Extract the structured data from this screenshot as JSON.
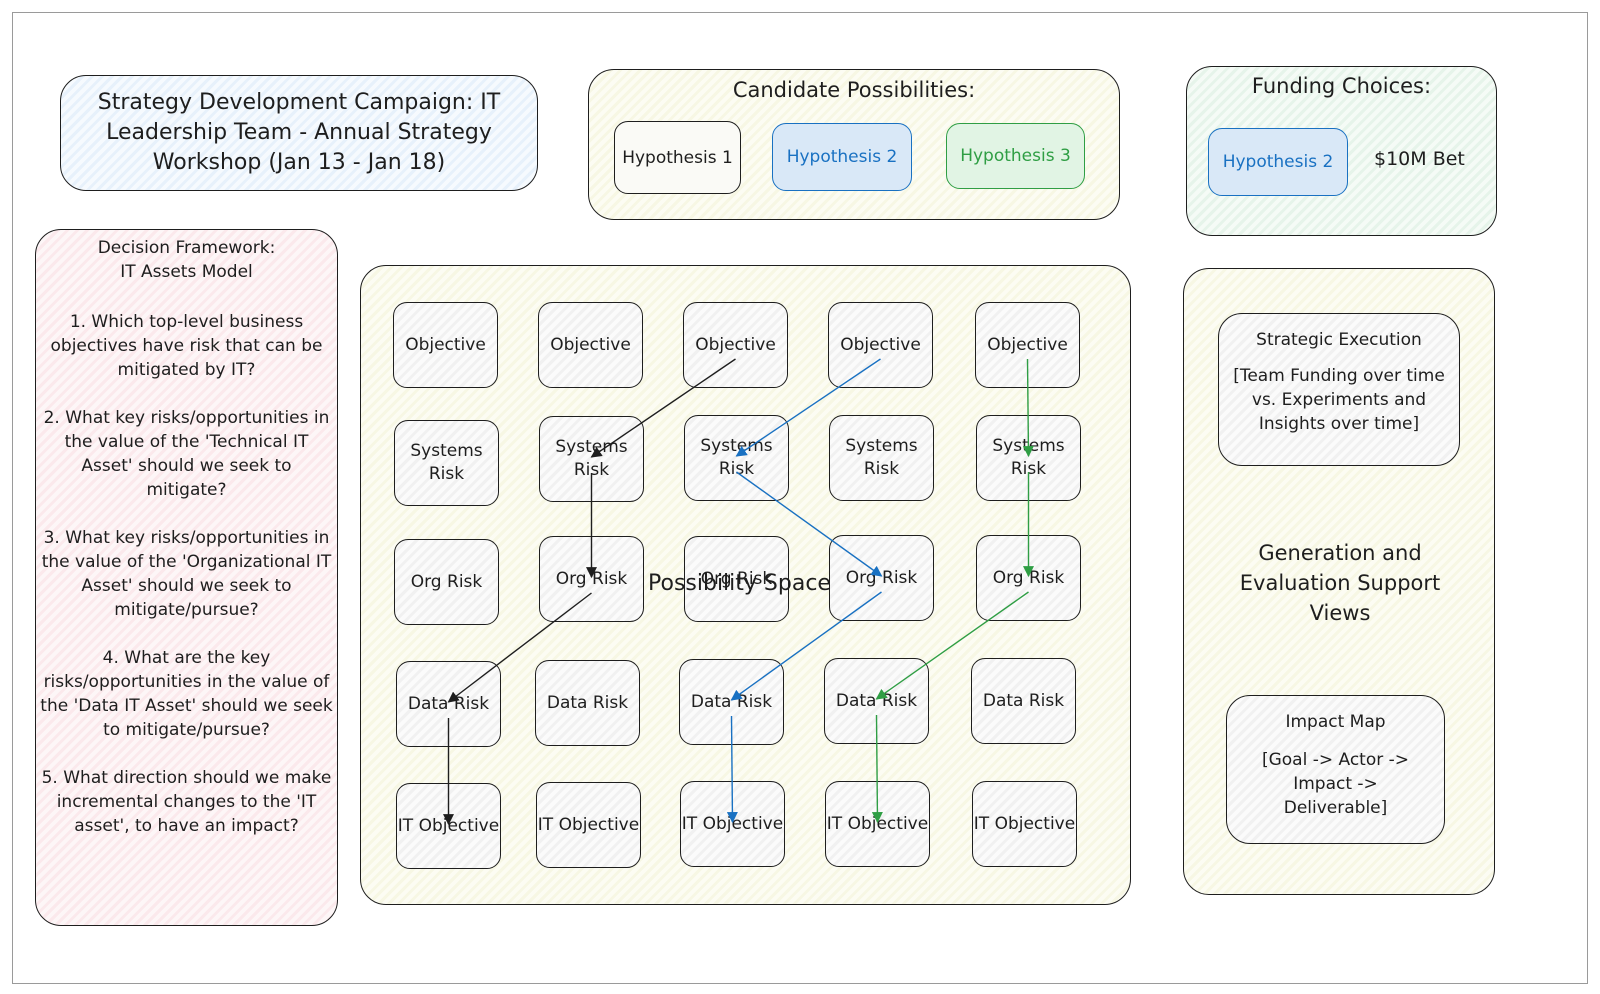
{
  "title": "Strategy Development Campaign: IT Leadership Team - Annual Strategy Workshop (Jan 13 - Jan 18)",
  "candidates": {
    "header": "Candidate Possibilities:",
    "items": [
      {
        "label": "Hypothesis 1",
        "color": "#1e1e1e"
      },
      {
        "label": "Hypothesis 2",
        "color": "#1971c2"
      },
      {
        "label": "Hypothesis 3",
        "color": "#2f9e44"
      }
    ]
  },
  "funding": {
    "header": "Funding Choices:",
    "choice": "Hypothesis 2",
    "bet": "$10M Bet"
  },
  "decision_framework": {
    "header_line1": "Decision Framework:",
    "header_line2": "IT Assets Model",
    "questions": [
      "1. Which top-level business objectives have risk that can be mitigated by IT?",
      "2. What key risks/opportunities in the value of the 'Technical IT Asset' should we seek to mitigate?",
      "3. What key risks/opportunities in the value of the 'Organizational IT Asset' should we seek to mitigate/pursue?",
      "4. What are the key risks/opportunities in the value of the 'Data IT Asset' should we seek to mitigate/pursue?",
      "5. What direction should we make incremental changes to the 'IT asset', to have an impact?"
    ]
  },
  "possibility_space": {
    "label": "Possibility Space",
    "rows": [
      [
        "Objective",
        "Objective",
        "Objective",
        "Objective",
        "Objective"
      ],
      [
        "Systems Risk",
        "Systems Risk",
        "Systems Risk",
        "Systems Risk",
        "Systems Risk"
      ],
      [
        "Org Risk",
        "Org Risk",
        "Org Risk",
        "Org Risk",
        "Org Risk"
      ],
      [
        "Data Risk",
        "Data Risk",
        "Data Risk",
        "Data Risk",
        "Data Risk"
      ],
      [
        "IT Objective",
        "IT Objective",
        "IT Objective",
        "IT Objective",
        "IT Objective"
      ]
    ],
    "paths": [
      {
        "hypothesis": "Hypothesis 1",
        "color": "#1e1e1e",
        "cells": [
          [
            0,
            2
          ],
          [
            1,
            1
          ],
          [
            2,
            1
          ],
          [
            3,
            0
          ],
          [
            4,
            0
          ]
        ]
      },
      {
        "hypothesis": "Hypothesis 2",
        "color": "#1971c2",
        "cells": [
          [
            0,
            3
          ],
          [
            1,
            2
          ],
          [
            2,
            3
          ],
          [
            3,
            2
          ],
          [
            4,
            2
          ]
        ]
      },
      {
        "hypothesis": "Hypothesis 3",
        "color": "#2f9e44",
        "cells": [
          [
            0,
            4
          ],
          [
            1,
            4
          ],
          [
            2,
            4
          ],
          [
            3,
            3
          ],
          [
            4,
            3
          ]
        ]
      }
    ]
  },
  "support_views": {
    "strategic_execution": {
      "title": "Strategic Execution",
      "body": "[Team Funding over time vs. Experiments and Insights over time]"
    },
    "center_label": "Generation and Evaluation Support Views",
    "impact_map": {
      "title": "Impact Map",
      "body": "[Goal -> Actor -> Impact -> Deliverable]"
    }
  }
}
